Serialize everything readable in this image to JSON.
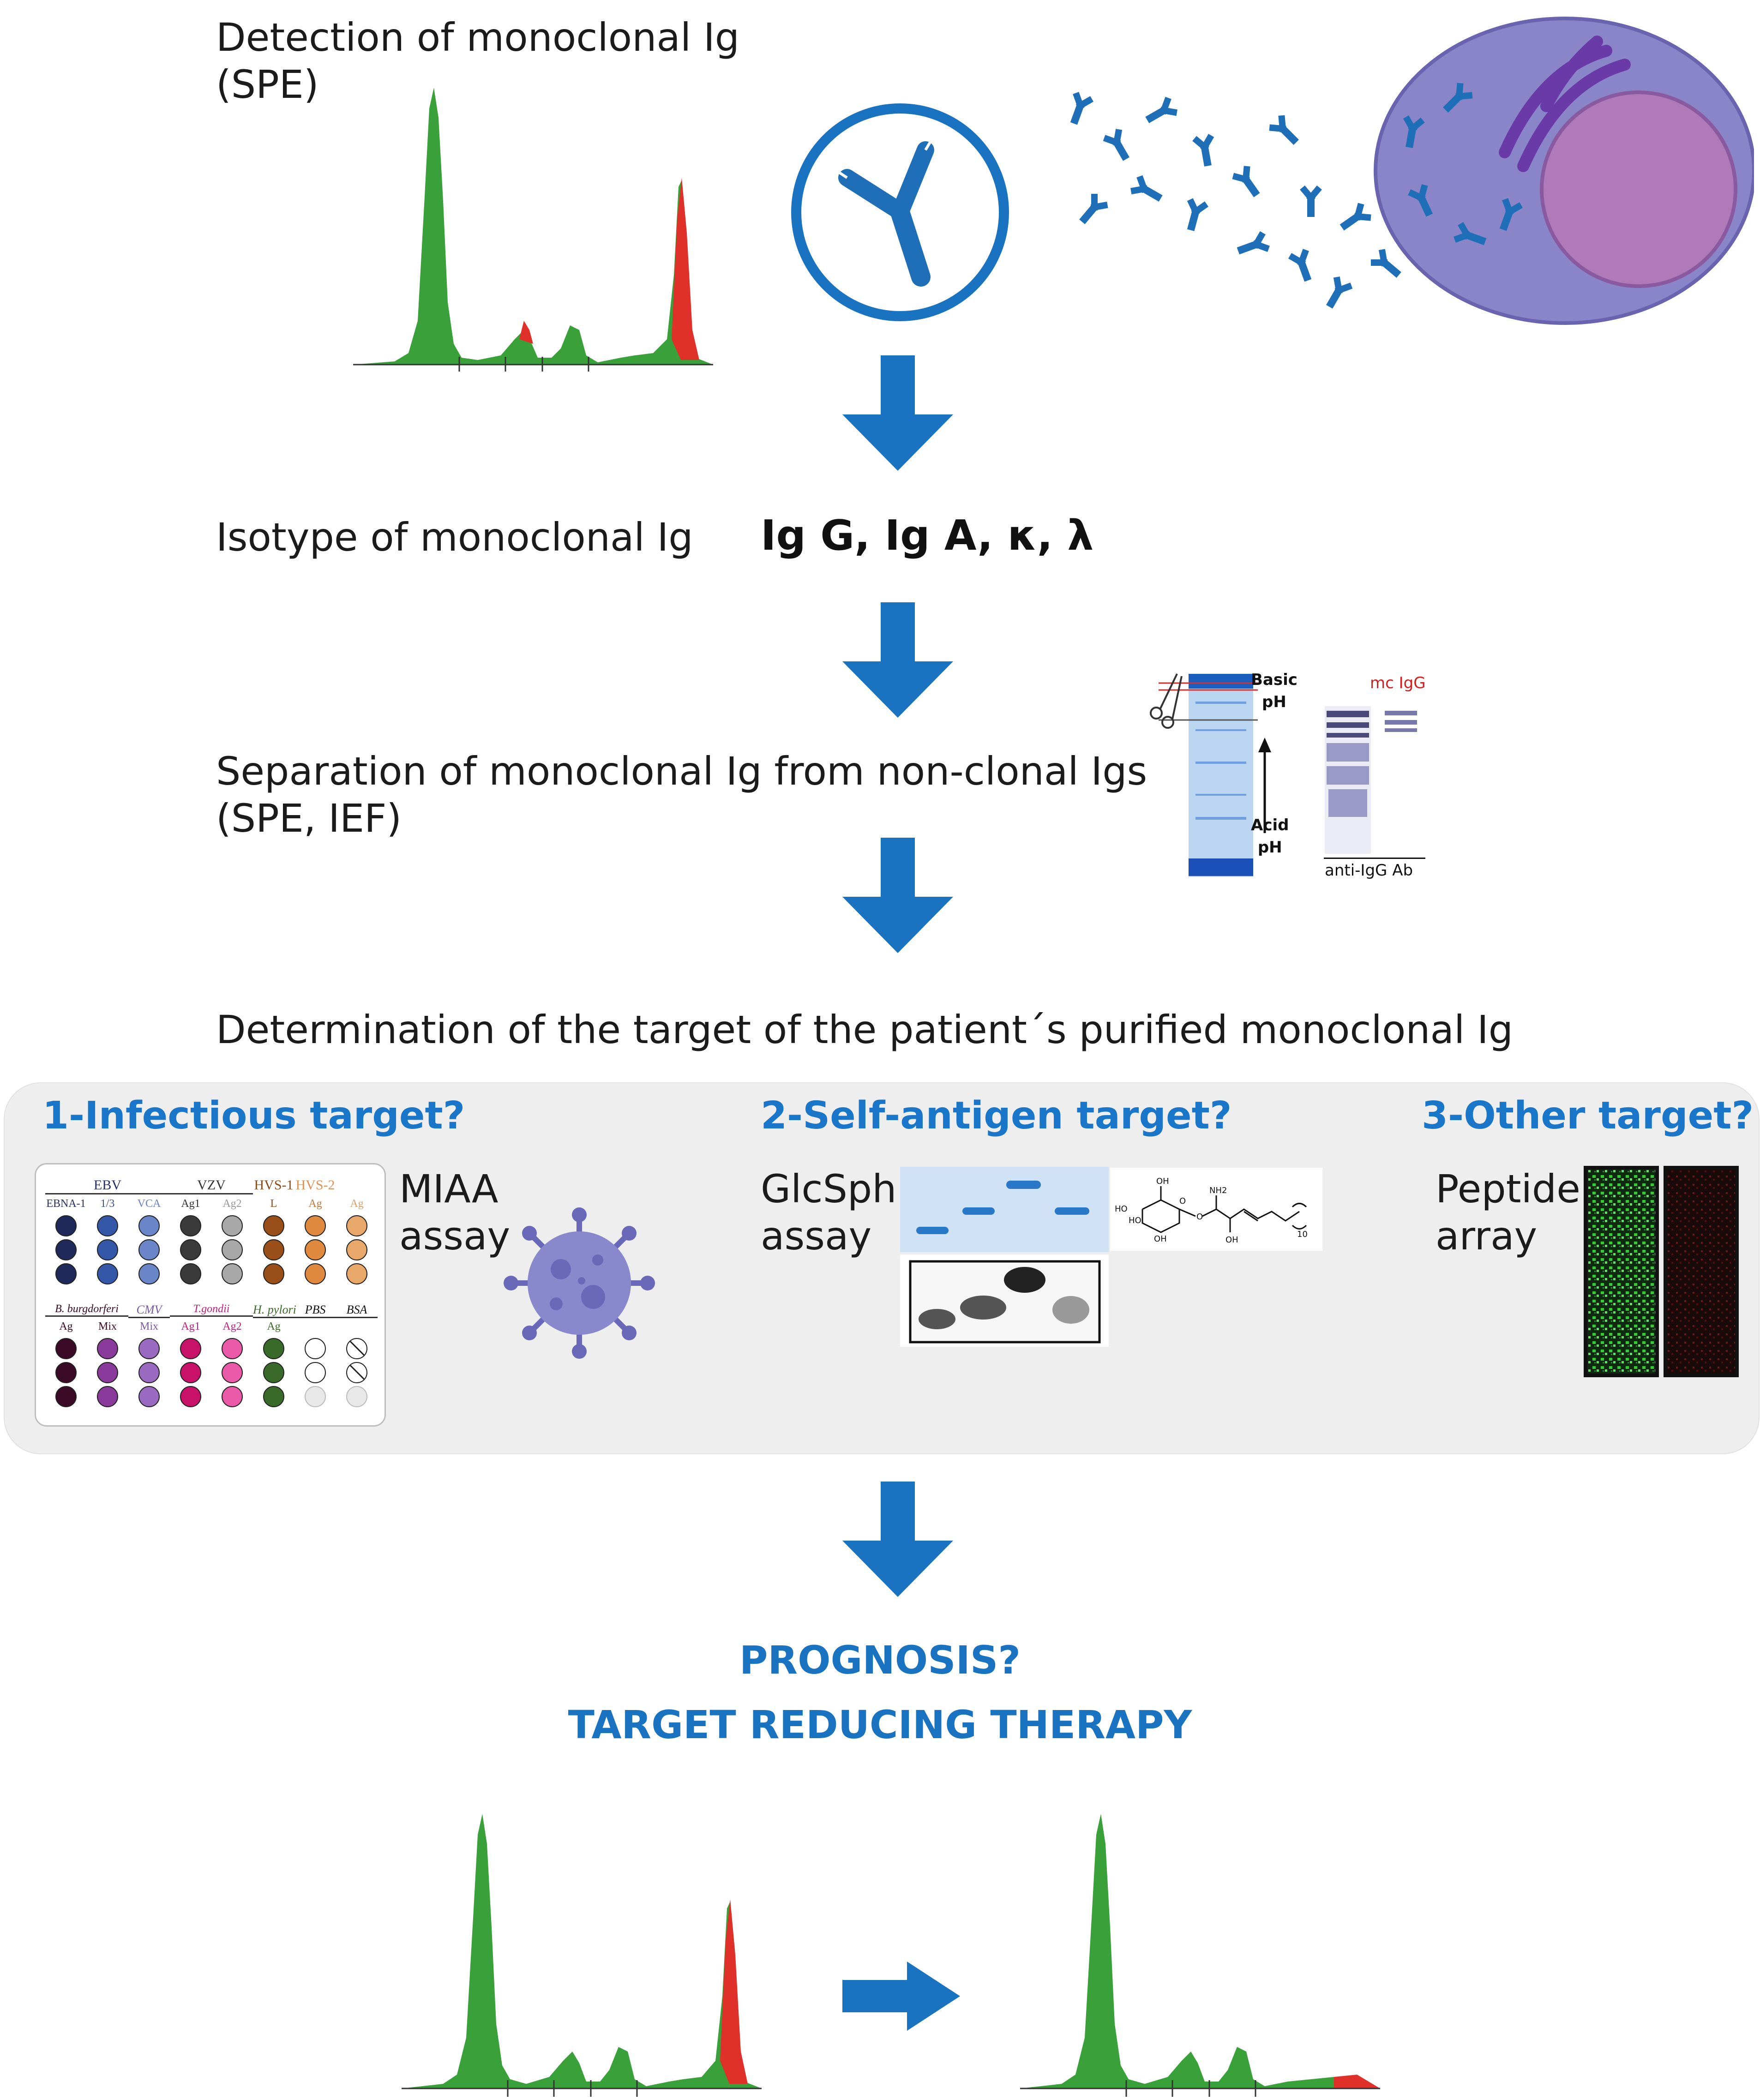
{
  "stages": {
    "detection": "Detection of monoclonal Ig\n(SPE)",
    "isotype_label": "Isotype of monoclonal Ig",
    "isotype_value": "Ig G, Ig A, κ, λ",
    "separation": "Separation of monoclonal Ig from non-clonal Igs\n(SPE, IEF)",
    "determination": "Determination of the target of the patient´s purified monoclonal Ig"
  },
  "ief": {
    "basic": "Basic\npH",
    "acid": "Acid\npH",
    "mc_igg": "mc IgG",
    "anti_igg": "anti-IgG Ab"
  },
  "targets": {
    "infectious": {
      "title": "1-Infectious target?",
      "assay": "MIAA\nassay"
    },
    "self_antigen": {
      "title": "2-Self-antigen target?",
      "assay": "GlcSph\nassay"
    },
    "other": {
      "title": "3-Other target?",
      "assay": "Peptide\narray"
    }
  },
  "miaa": {
    "groups_top": [
      {
        "name": "EBV",
        "color": "#2a2f66"
      },
      {
        "name": "VZV",
        "color": "#333333"
      },
      {
        "name": "HVS-1",
        "color": "#8a4a1c"
      },
      {
        "name": "HVS-2",
        "color": "#d9925a"
      }
    ],
    "sub_top": [
      {
        "text": "EBNA-1",
        "color": "#2a2f66"
      },
      {
        "text": "1/3",
        "color": "#3a4f9a"
      },
      {
        "text": "VCA",
        "color": "#6a84c8"
      },
      {
        "text": "Ag1",
        "color": "#333333"
      },
      {
        "text": "Ag2",
        "color": "#999999"
      },
      {
        "text": "L",
        "color": "#8a4a1c"
      },
      {
        "text": "Ag",
        "color": "#c8783a"
      },
      {
        "text": "Ag",
        "color": "#e0a070"
      }
    ],
    "colors_top": [
      "#1f2a5a",
      "#3557a8",
      "#6a86c8",
      "#3a3a3a",
      "#a8a8a8",
      "#9a4e18",
      "#e08a40",
      "#e8a86a"
    ],
    "groups_bottom": [
      {
        "name": "B. burgdorferi",
        "color": "#3a0a20"
      },
      {
        "name": "CMV",
        "color": "#7a5aa8"
      },
      {
        "name": "T.gondii",
        "color": "#c0207a"
      },
      {
        "name": "H. pylori",
        "color": "#3a6a2a"
      },
      {
        "name": "PBS",
        "color": "#111111"
      },
      {
        "name": "BSA",
        "color": "#111111"
      }
    ],
    "sub_bottom": [
      {
        "text": "Ag",
        "color": "#3a0a20"
      },
      {
        "text": "Mix",
        "color": "#3a0a20"
      },
      {
        "text": "Mix",
        "color": "#7a5aa8"
      },
      {
        "text": "Ag1",
        "color": "#c0207a"
      },
      {
        "text": "Ag2",
        "color": "#c0207a"
      },
      {
        "text": "Ag",
        "color": "#3a6a2a"
      }
    ],
    "colors_bottom": [
      "#3a0a26",
      "#8a3a9a",
      "#9a6ac0",
      "#c8126a",
      "#ea5aa8",
      "#3a6a2a",
      "#ffffff",
      "#ffffff"
    ]
  },
  "glcsph": {
    "subscript": "10",
    "groups": [
      "HO",
      "OH",
      "OH",
      "NH2",
      "OH",
      "HO",
      "O",
      "O"
    ]
  },
  "results": {
    "prognosis": "PROGNOSIS?",
    "therapy": "TARGET REDUCING THERAPY"
  },
  "colors": {
    "accent": "#1a73c0",
    "spe_green": "#3aa03a",
    "spe_red": "#e0302a",
    "cell": "#8a85c8",
    "nucleus": "#b07ab8",
    "virus": "#7a78c0"
  }
}
